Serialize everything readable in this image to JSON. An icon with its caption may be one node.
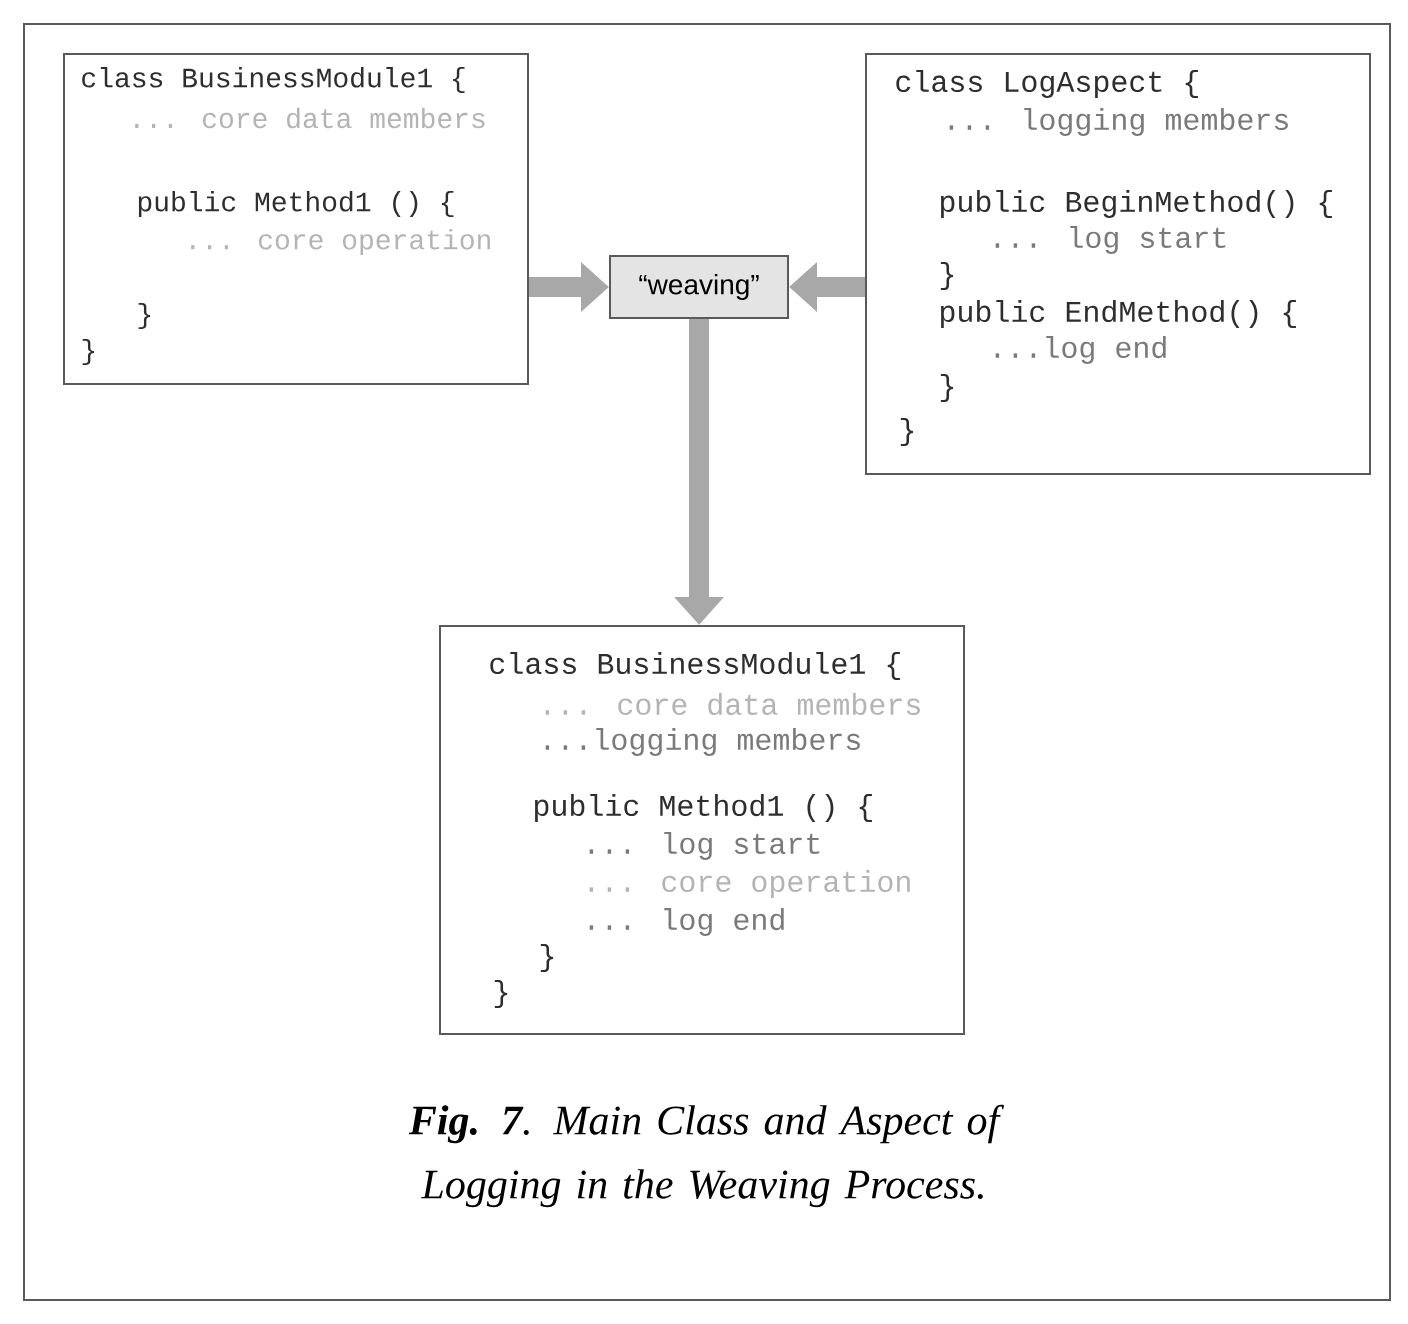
{
  "diagram": {
    "caption": "**Fig. 7**. Main Class and Aspect of Logging in the Weaving Process.",
    "nodes": [
      {
        "text": [
          "class BusinessModule1 {",
          "... core data members",
          "public Method1 () {",
          "... core operation",
          "}",
          "}"
        ]
      },
      {
        "text": [
          "“weaving”"
        ]
      },
      {
        "text": [
          "class LogAspect {",
          "... logging members",
          "public BeginMethod() {",
          "... log start",
          "}",
          "public EndMethod() {",
          "...log end",
          "}",
          "}"
        ]
      },
      {
        "text": [
          "class BusinessModule1 {",
          "... core data members",
          "...logging members",
          "public Method1 () {",
          "... log start",
          "... core operation",
          "... log end",
          "}",
          "}"
        ]
      }
    ],
    "edges": [
      {
        "from": 0,
        "to": 1,
        "arrow": "to"
      },
      {
        "from": 2,
        "to": 1,
        "arrow": "to"
      },
      {
        "from": 1,
        "to": 3,
        "arrow": "to"
      }
    ]
  }
}
